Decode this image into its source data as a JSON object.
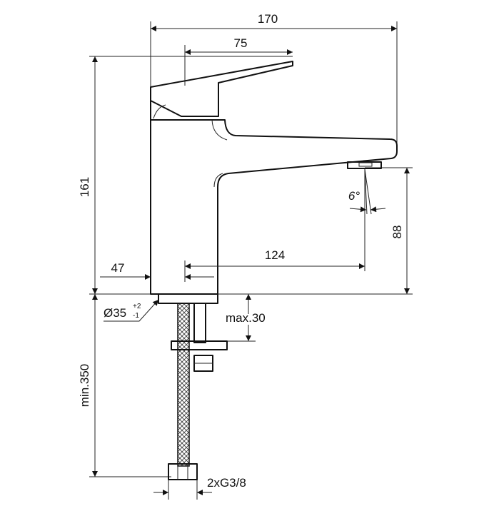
{
  "dimensions": {
    "overall_length": "170",
    "lever_length": "75",
    "overall_height": "161",
    "spout_height": "88",
    "spray_angle": "6°",
    "spout_reach": "124",
    "body_offset": "47",
    "hole_diameter": "Ø35",
    "hole_tol_plus": "+2",
    "hole_tol_minus": "-1",
    "max_deck_thickness": "max.30",
    "min_hose_length": "min.350",
    "connections": "2xG3/8"
  }
}
